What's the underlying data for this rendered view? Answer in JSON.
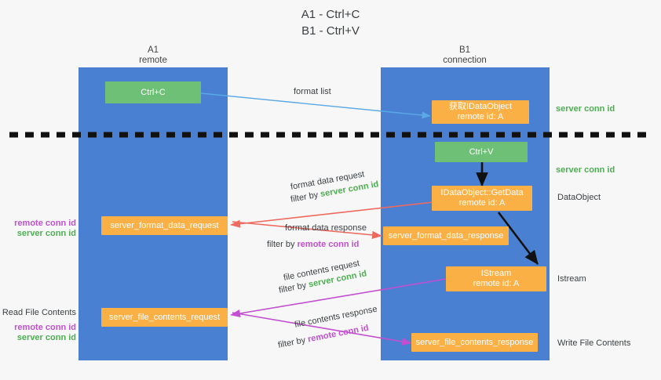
{
  "title": {
    "line1": "A1 - Ctrl+C",
    "line2": "B1 - Ctrl+V"
  },
  "colors": {
    "lane": "#4a80d2",
    "orange": "#fbb045",
    "green_box": "#6ec077",
    "server_conn_id": "#4caf50",
    "remote_conn_id": "#c24fd0",
    "arrow_blue": "#5aa9e6",
    "arrow_red": "#ee6a5f",
    "arrow_magenta": "#c24fd0",
    "arrow_black": "#000000",
    "background": "#f7f7f7"
  },
  "lanes": [
    {
      "name": "A1",
      "sub": "remote"
    },
    {
      "name": "B1",
      "sub": "connection"
    }
  ],
  "boxes": [
    {
      "id": "ctrl-c",
      "kind": "green",
      "line1": "Ctrl+C",
      "line2": ""
    },
    {
      "id": "idataobject",
      "kind": "orange",
      "line1": "获取IDataObject",
      "line2": "remote id: A"
    },
    {
      "id": "ctrl-v",
      "kind": "green",
      "line1": "Ctrl+V",
      "line2": ""
    },
    {
      "id": "idataobject-getdata",
      "kind": "orange",
      "line1": "IDataObject::GetData",
      "line2": "remote id: A"
    },
    {
      "id": "server-format-data-request",
      "kind": "orange",
      "line1": "server_format_data_request",
      "line2": ""
    },
    {
      "id": "server-format-data-response",
      "kind": "orange",
      "line1": "server_format_data_response",
      "line2": ""
    },
    {
      "id": "istream",
      "kind": "orange",
      "line1": "IStream",
      "line2": "remote id: A"
    },
    {
      "id": "server-file-contents-request",
      "kind": "orange",
      "line1": "server_file_contents_request",
      "line2": ""
    },
    {
      "id": "server-file-contents-response",
      "kind": "orange",
      "line1": "server_file_contents_response",
      "line2": ""
    }
  ],
  "flow_labels": {
    "format_list": "format list",
    "format_data_request": "format data request",
    "format_data_response": "format data response",
    "file_contents_request": "file contents request",
    "file_contents_response": "file contents response",
    "filter_by": "filter by",
    "server_conn_id": "server conn id",
    "remote_conn_id": "remote conn id"
  },
  "right_labels": [
    {
      "id": "server-conn-id-1",
      "text": "server conn id",
      "style": "green"
    },
    {
      "id": "server-conn-id-2",
      "text": "server conn id",
      "style": "green"
    },
    {
      "id": "dataobject",
      "text": "DataObject",
      "style": "dark"
    },
    {
      "id": "istream-label",
      "text": "Istream",
      "style": "dark"
    },
    {
      "id": "write-file-contents",
      "text": "Write File Contents",
      "style": "dark"
    }
  ],
  "left_labels": [
    {
      "id": "remote-conn-id-1",
      "text": "remote conn id",
      "style": "mag"
    },
    {
      "id": "server-conn-id-3",
      "text": "server conn id",
      "style": "green"
    },
    {
      "id": "read-file-contents",
      "text": "Read File Contents",
      "style": "dark"
    },
    {
      "id": "remote-conn-id-2",
      "text": "remote conn id",
      "style": "mag"
    },
    {
      "id": "server-conn-id-4",
      "text": "server conn id",
      "style": "green"
    }
  ]
}
